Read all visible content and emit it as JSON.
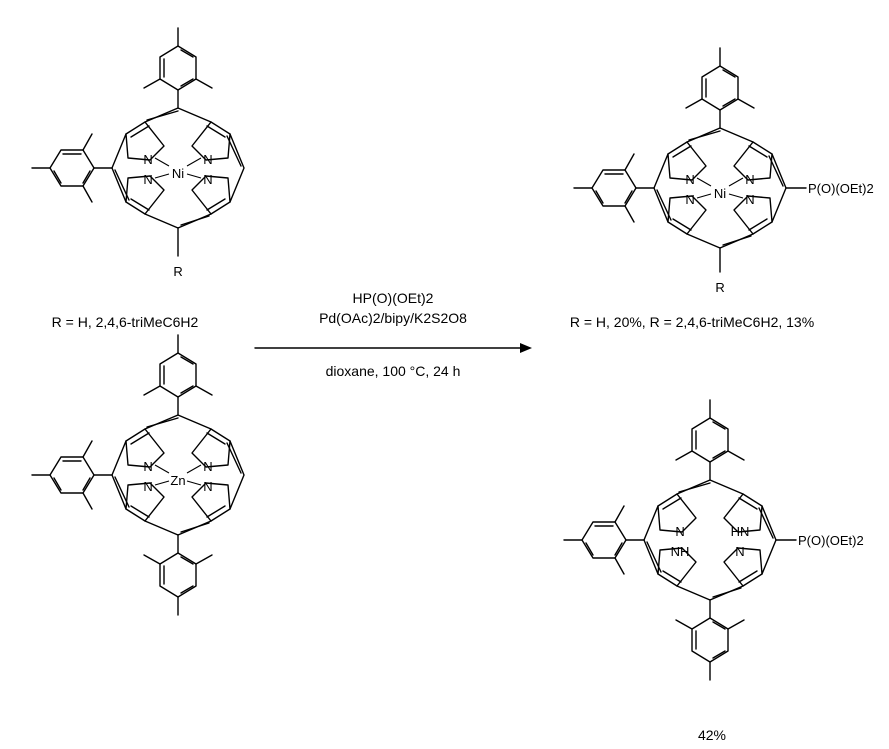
{
  "scheme": {
    "top_left": {
      "metal": "Ni",
      "r_group": "R",
      "caption": "R = H, 2,4,6-triMeC6H2"
    },
    "bottom_left": {
      "metal": "Zn"
    },
    "reagents": {
      "line1": "HP(O)(OEt)2",
      "line2": "Pd(OAc)2/bipy/K2S2O8",
      "conditions": "dioxane, 100 °C, 24 h"
    },
    "top_right": {
      "metal": "Ni",
      "r_group": "R",
      "substituent": "P(O)(OEt)2",
      "caption": "R = H, 20%, R = 2,4,6-triMeC6H2, 13%"
    },
    "bottom_right": {
      "nh_top": "HN",
      "nh_bottom": "NH",
      "substituent": "P(O)(OEt)2",
      "yield": "42%"
    },
    "atoms": {
      "n": "N"
    }
  }
}
